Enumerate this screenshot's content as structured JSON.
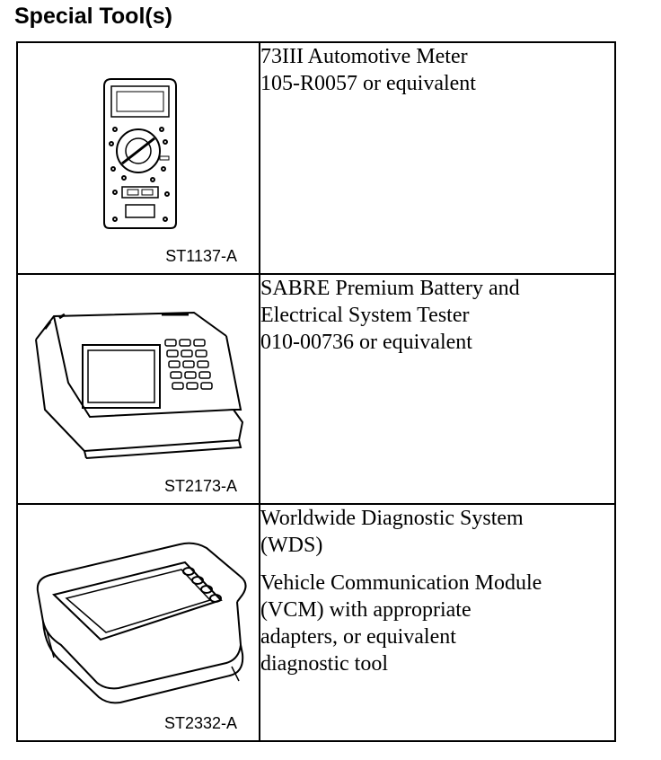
{
  "page": {
    "title": "Special Tool(s)"
  },
  "tools": [
    {
      "id": "ST1137-A",
      "icon": "multimeter-icon",
      "lines": [
        "73III Automotive Meter",
        "105-R0057 or equivalent"
      ]
    },
    {
      "id": "ST2173-A",
      "icon": "battery-tester-icon",
      "lines": [
        "SABRE Premium Battery and",
        "Electrical System Tester",
        "010-00736 or equivalent"
      ]
    },
    {
      "id": "ST2332-A",
      "icon": "diagnostic-tablet-icon",
      "lines": [
        "Worldwide Diagnostic System",
        "(WDS)"
      ],
      "lines2": [
        "Vehicle Communication Module",
        "(VCM) with appropriate",
        "adapters, or equivalent",
        "diagnostic tool"
      ]
    }
  ]
}
